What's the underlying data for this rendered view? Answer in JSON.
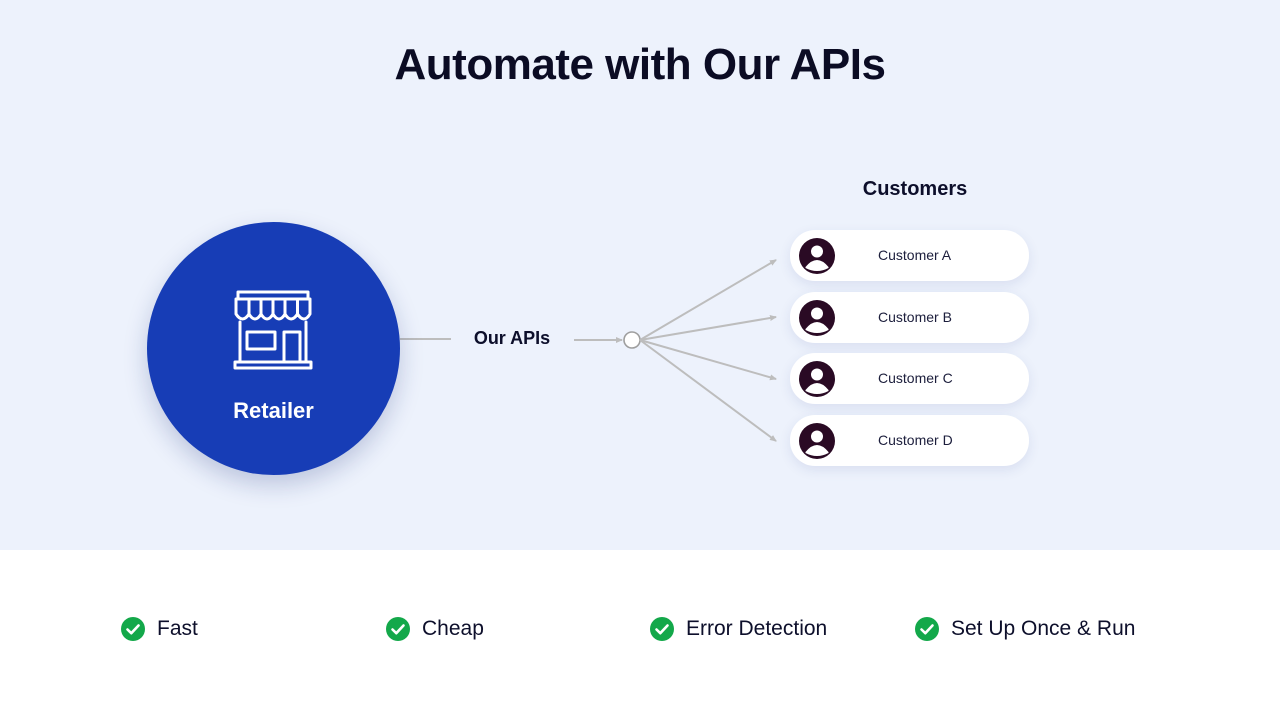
{
  "title": "Automate with Our APIs",
  "retailer": {
    "label": "Retailer",
    "icon": "storefront-icon",
    "color": "#173db6"
  },
  "api": {
    "label": "Our APIs"
  },
  "customers": {
    "heading": "Customers",
    "avatar_icon": "user-avatar-icon",
    "avatar_color": "#2a0a24",
    "items": [
      {
        "name": "Customer A"
      },
      {
        "name": "Customer B"
      },
      {
        "name": "Customer C"
      },
      {
        "name": "Customer D"
      }
    ]
  },
  "features": {
    "check_icon": "check-circle-icon",
    "check_color": "#13a84a",
    "items": [
      {
        "label": "Fast"
      },
      {
        "label": "Cheap"
      },
      {
        "label": "Error Detection"
      },
      {
        "label": "Set Up Once & Run"
      }
    ]
  },
  "colors": {
    "background_top": "#edf2fc",
    "connector": "#bdbdbd",
    "text": "#0d0f2b"
  }
}
